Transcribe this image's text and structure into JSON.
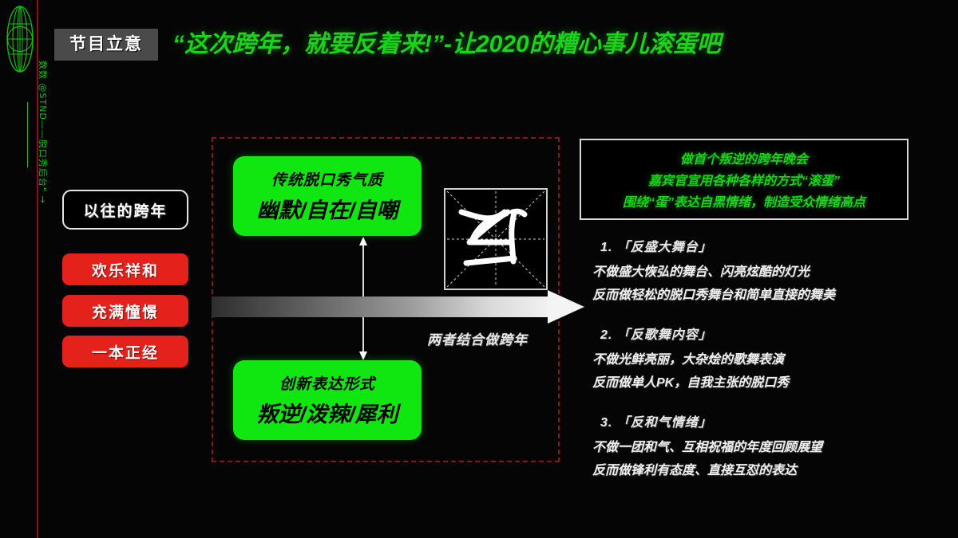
{
  "colors": {
    "background": "#050505",
    "green": "#10e610",
    "title_green": "#19d419",
    "red": "#e5211c",
    "dashed_red": "#8d1614",
    "badge_gray": "#4a4a4a",
    "rail_green": "#16c216"
  },
  "rail": {
    "logo_icon": "globe-wireframe-icon",
    "vertical_text": "数数 @STND——脱口秀后台\" →"
  },
  "header": {
    "badge": "节目立意",
    "title": "“这次跨年，就要反着来!”-让2020的糟心事儿滚蛋吧"
  },
  "left_stack": {
    "heading": "以往的跨年",
    "chips": [
      "欢乐祥和",
      "充满憧憬",
      "一本正经"
    ]
  },
  "center": {
    "card_top": {
      "sub": "传统脱口秀气质",
      "main": "幽默/自在/自嘲"
    },
    "card_bottom": {
      "sub": "创新表达形式",
      "main": "叛逆/泼辣/犀利"
    },
    "connector_icon": "double-headed-vertical-arrow-icon",
    "glyph_icon": "stylized-character-glyph-icon",
    "arrow_icon": "gradient-right-arrow-icon",
    "arrow_label": "两者结合做跨年"
  },
  "right": {
    "summary": [
      "做首个叛逆的跨年晚会",
      "嘉宾官宣用各种各样的方式“滚蛋”",
      "围绕“蛋”表达自黑情绪，制造受众情绪高点"
    ],
    "items": [
      {
        "head": "1. 「反盛大舞台」",
        "lines": [
          "不做盛大恢弘的舞台、闪亮炫酷的灯光",
          "反而做轻松的脱口秀舞台和简单直接的舞美"
        ]
      },
      {
        "head": "2. 「反歌舞内容」",
        "lines": [
          "不做光鲜亮丽，大杂烩的歌舞表演",
          "反而做单人PK，自我主张的脱口秀"
        ]
      },
      {
        "head": "3. 「反和气情绪」",
        "lines": [
          "不做一团和气、互相祝福的年度回顾展望",
          "反而做锋利有态度、直接互怼的表达"
        ]
      }
    ]
  }
}
